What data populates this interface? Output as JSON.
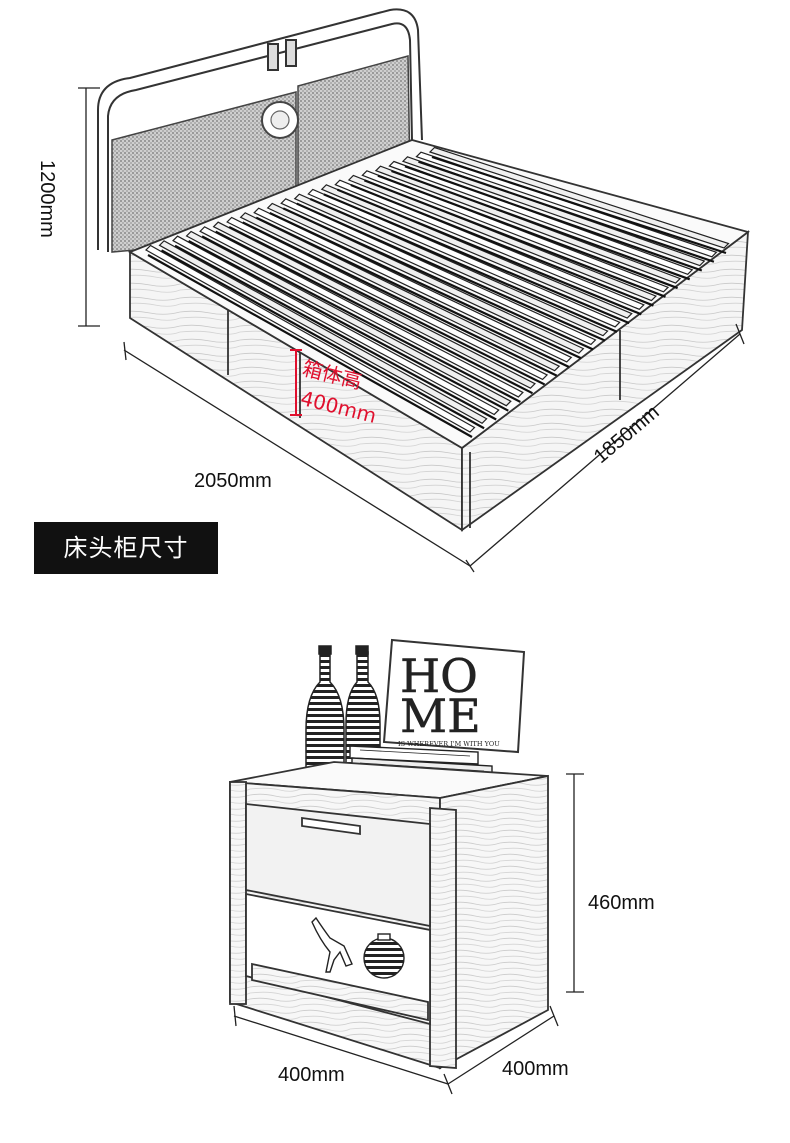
{
  "bed": {
    "height_label": "1200mm",
    "length_label": "2050mm",
    "width_label": "1850mm",
    "box_height_label_line1": "箱体高",
    "box_height_label_line2": "400mm",
    "accent_color": "#e0102e"
  },
  "nightstand_section": {
    "title": "床头柜尺寸",
    "height_label": "460mm",
    "width_label": "400mm",
    "depth_label": "400mm"
  },
  "decor": {
    "sign_line1": "HO",
    "sign_line2": "ME",
    "sign_small_text": "IS WHEREVER I'M WITH YOU"
  }
}
